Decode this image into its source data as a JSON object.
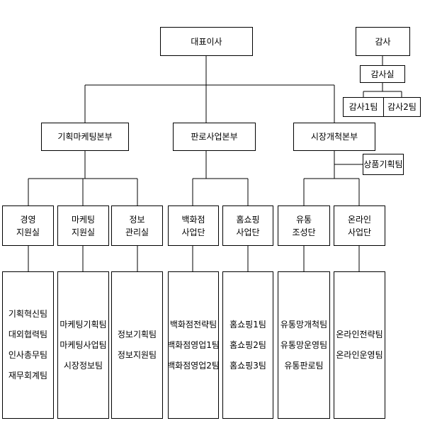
{
  "org": {
    "ceo": "대표이사",
    "audit": "감사",
    "audit_office": "감사실",
    "audit_team_1": "감사1팀",
    "audit_team_2": "감사2팀",
    "div_planning": "기획마케팅본부",
    "div_sales": "판로사업본부",
    "div_market": "시장개척본부",
    "product_planning_team": "상품기획팀",
    "dept_management": [
      "경영",
      "지원실"
    ],
    "dept_marketing": [
      "마케팅",
      "지원실"
    ],
    "dept_info": [
      "정보",
      "관리실"
    ],
    "dept_department_store": [
      "백화점",
      "사업단"
    ],
    "dept_home_shopping": [
      "홈쇼핑",
      "사업단"
    ],
    "dept_distribution": [
      "유통",
      "조성단"
    ],
    "dept_online": [
      "온라인",
      "사업단"
    ],
    "teams_management": [
      "기획혁신팀",
      "대외협력팀",
      "인사총무팀",
      "재무회계팀"
    ],
    "teams_marketing": [
      "마케팅기획팀",
      "마케팅사업팀",
      "시장정보팀"
    ],
    "teams_info": [
      "정보기획팀",
      "정보지원팀"
    ],
    "teams_department_store": [
      "백화점전략팀",
      "백화점영업1팀",
      "백화점영업2팀"
    ],
    "teams_home_shopping": [
      "홈쇼핑1팀",
      "홈쇼핑2팀",
      "홈쇼핑3팀"
    ],
    "teams_distribution": [
      "유통망개척팀",
      "유통망운영팀",
      "유통판로팀"
    ],
    "teams_online": [
      "온라인전략팀",
      "온라인운영팀"
    ]
  }
}
